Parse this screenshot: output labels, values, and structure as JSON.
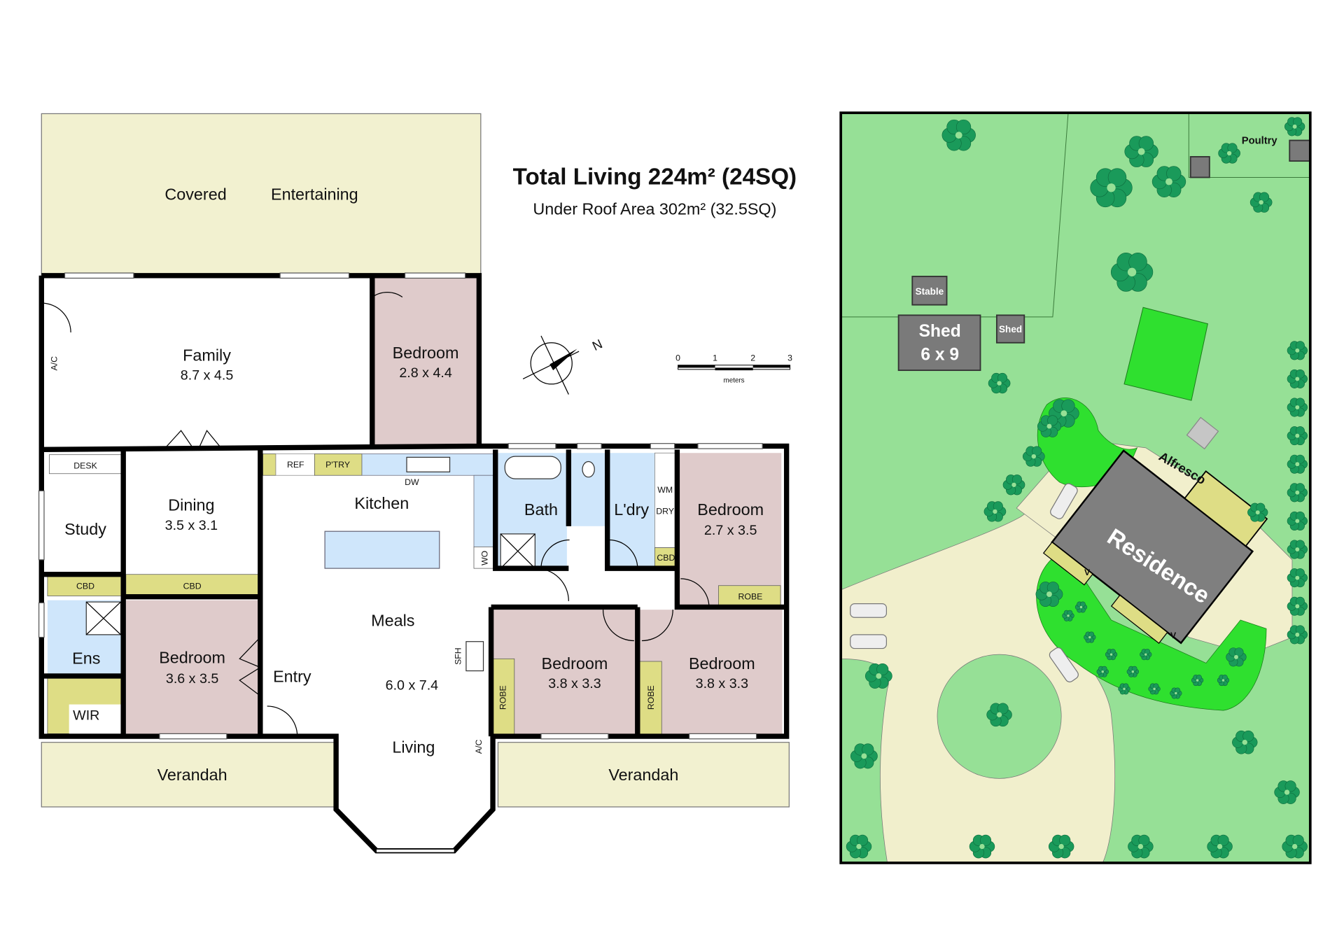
{
  "title": {
    "total_living": "Total Living 224m² (24SQ)",
    "under_roof": "Under Roof Area 302m² (32.5SQ)"
  },
  "compass": {
    "label": "N"
  },
  "scale_bar": {
    "ticks": [
      "0",
      "1",
      "2",
      "3"
    ],
    "unit": "meters"
  },
  "rooms": {
    "covered": "Covered",
    "entertaining": "Entertaining",
    "family": {
      "name": "Family",
      "size": "8.7 x 4.5"
    },
    "bedroom_top": {
      "name": "Bedroom",
      "size": "2.8 x 4.4"
    },
    "study": "Study",
    "desk": "DESK",
    "dining": {
      "name": "Dining",
      "size": "3.5 x 3.1"
    },
    "cbd": "CBD",
    "kitchen": "Kitchen",
    "ref": "REF",
    "pantry": "P'TRY",
    "dw": "DW",
    "wo": "WO",
    "bath": "Bath",
    "laundry": "L'dry",
    "wm": "WM",
    "dry": "DRY",
    "bedroom_east": {
      "name": "Bedroom",
      "size": "2.7 x 3.5"
    },
    "robe": "ROBE",
    "ens": "Ens",
    "wir": "WIR",
    "bedroom_master": {
      "name": "Bedroom",
      "size": "3.6 x 3.5"
    },
    "entry": "Entry",
    "meals": "Meals",
    "living_size": "6.0 x 7.4",
    "living": "Living",
    "sfh": "SFH",
    "ac": "A/C",
    "bedroom_s1": {
      "name": "Bedroom",
      "size": "3.8 x 3.3"
    },
    "bedroom_s2": {
      "name": "Bedroom",
      "size": "3.8 x 3.3"
    },
    "verandah": "Verandah"
  },
  "site": {
    "poultry": "Poultry",
    "stable": "Stable",
    "shed_large": {
      "name": "Shed",
      "size": "6 x 9"
    },
    "shed_small": "Shed",
    "alfresco": "Alfresco",
    "residence": "Residence",
    "v": "V"
  },
  "colors": {
    "grass": "#96e096",
    "lawn": "#2fe02f",
    "driveway": "#f1efcc",
    "building": "#7f7f7f",
    "tree": "#1a9a5a"
  }
}
